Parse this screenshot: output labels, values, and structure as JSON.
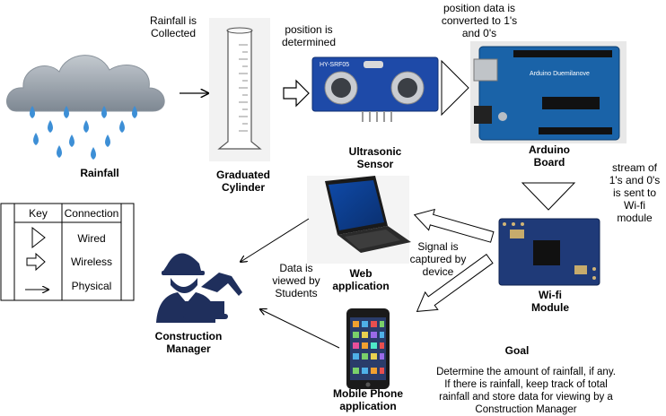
{
  "labels": {
    "rainfall_collected": "Rainfall is Collected",
    "position_determined": "position is determined",
    "position_converted": "position data is converted to 1's and 0's",
    "stream_sent": "stream of 1's and 0's is sent to Wi-fi module",
    "signal_captured": "Signal is captured by device",
    "data_viewed": "Data is viewed by Students"
  },
  "nodes": {
    "rainfall": "Rainfall",
    "cylinder": "Graduated Cylinder",
    "ultrasonic": "Ultrasonic Sensor",
    "arduino": "Arduino Board",
    "wifi": "Wi-fi Module",
    "web": "Web application",
    "mobile": "Mobile Phone application",
    "manager": "Construction Manager"
  },
  "device_text": {
    "sensor_model": "HY-SRF05",
    "arduino_brand": "Arduino Duemilanove"
  },
  "legend": {
    "col_key": "Key",
    "col_connection": "Connection",
    "rows": [
      "Wired",
      "Wireless",
      "Physical"
    ]
  },
  "goal": {
    "title": "Goal",
    "text": "Determine the amount of rainfall, if any. If there is rainfall, keep track of total rainfall and store data for viewing by a Construction Manager"
  },
  "colors": {
    "cloud": "#9aa3ad",
    "rain": "#3d8fd6",
    "sensor": "#1e4aa8",
    "arduino": "#1a63a8",
    "wifi": "#1f3a78",
    "manager": "#1f2f5c"
  },
  "icons": [
    "cloud-rain-icon",
    "graduated-cylinder-icon",
    "ultrasonic-sensor-icon",
    "arduino-board-icon",
    "wifi-module-icon",
    "laptop-icon",
    "smartphone-icon",
    "construction-manager-icon"
  ]
}
